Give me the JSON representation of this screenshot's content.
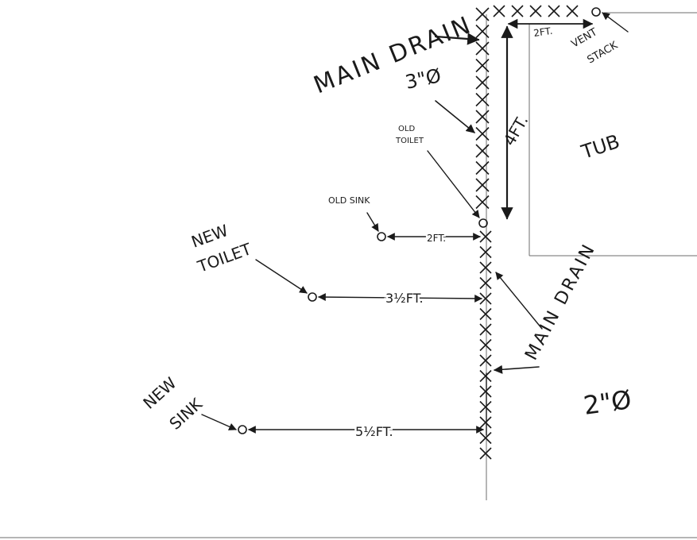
{
  "labels": {
    "main_drain_top": "MAIN DRAIN",
    "main_drain_top_size": "3\"Ø",
    "main_drain_bottom": "MAIN DRAIN",
    "main_drain_bottom_size": "2\"Ø",
    "old_toilet_line1": "OLD",
    "old_toilet_line2": "TOILET",
    "old_sink": "OLD SINK",
    "new_toilet_line1": "NEW",
    "new_toilet_line2": "TOILET",
    "new_sink_line1": "NEW",
    "new_sink_line2": "SINK",
    "vent_stack_line1": "VENT",
    "vent_stack_line2": "STACK",
    "tub": "TUB"
  },
  "dimensions": {
    "vent_horizontal": "2FT.",
    "vent_vertical": "4FT.",
    "old_sink": "2FT.",
    "new_toilet": "3½FT.",
    "new_sink": "5½FT."
  }
}
